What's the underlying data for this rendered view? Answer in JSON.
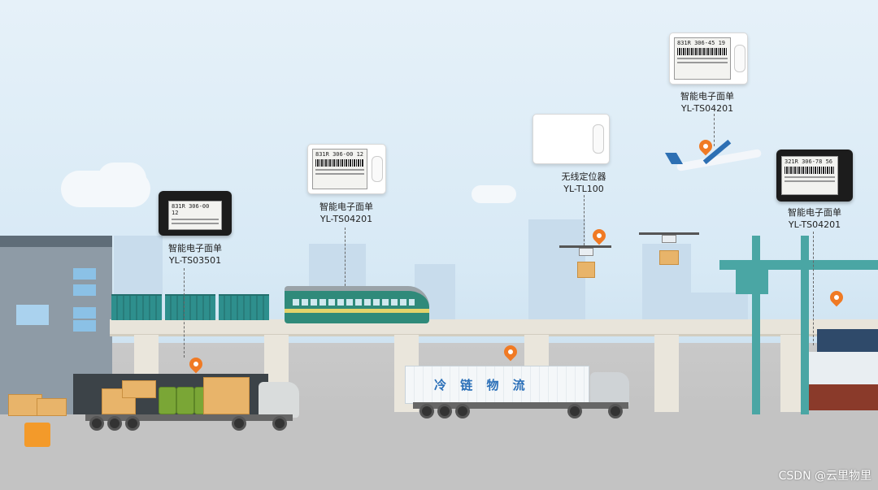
{
  "devices": [
    {
      "name": "智能电子面单",
      "model": "YL-TS03501",
      "screen_text": "831R 306-00 12"
    },
    {
      "name": "智能电子面单",
      "model": "YL-TS04201",
      "screen_text": "831R 306-00 12"
    },
    {
      "name": "无线定位器",
      "model": "YL-TL100"
    },
    {
      "name": "智能电子面单",
      "model": "YL-TS04201",
      "screen_text": "831R 306-45 19"
    },
    {
      "name": "智能电子面单",
      "model": "YL-TS04201",
      "screen_text": "321R 306-78 56"
    }
  ],
  "truck_text": "冷 链 物 流",
  "watermark": "CSDN @云里物里",
  "colors": {
    "accent_pin": "#f07a24",
    "rail_teal": "#2e8f8d",
    "sky": "#d7e9f5",
    "ground": "#c4c4c4"
  },
  "icons": [
    "location-pin-icon",
    "airplane-icon",
    "drone-icon",
    "train-icon",
    "truck-icon",
    "crane-icon",
    "ship-icon",
    "forklift-icon",
    "warehouse-icon"
  ]
}
